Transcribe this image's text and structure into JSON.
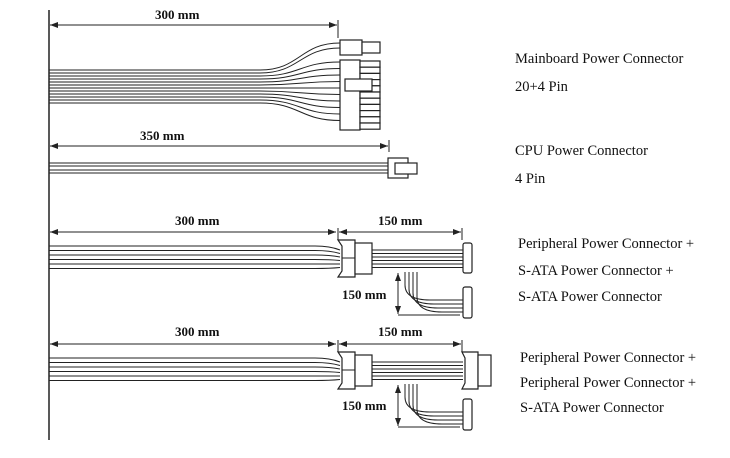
{
  "groups": [
    {
      "dims": [
        "300 mm"
      ],
      "labels": [
        "Mainboard Power Connector",
        "20+4 Pin"
      ]
    },
    {
      "dims": [
        "350 mm"
      ],
      "labels": [
        "CPU Power Connector",
        "4 Pin"
      ]
    },
    {
      "dims": [
        "300 mm",
        "150 mm",
        "150 mm"
      ],
      "labels": [
        "Peripheral Power Connector +",
        "S-ATA Power Connector +",
        "S-ATA Power Connector"
      ]
    },
    {
      "dims": [
        "300 mm",
        "150 mm",
        "150 mm"
      ],
      "labels": [
        "Peripheral Power Connector +",
        "Peripheral Power Connector +",
        "S-ATA Power Connector"
      ]
    }
  ]
}
